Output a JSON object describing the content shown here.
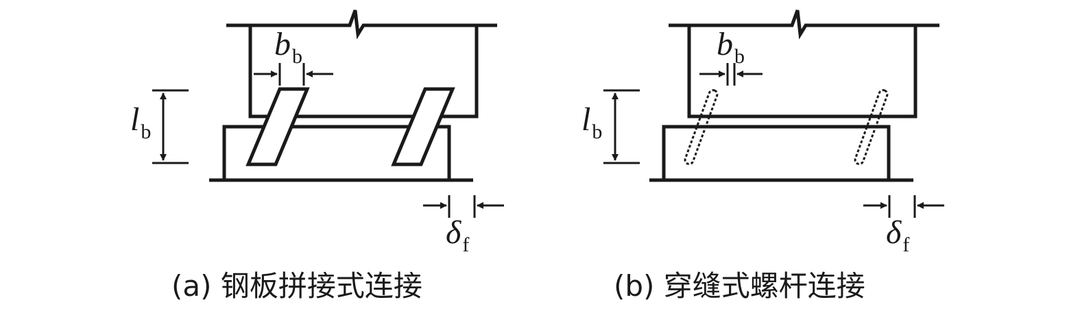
{
  "panels": {
    "a": {
      "caption": "(a) 钢板拼接式连接",
      "labels": {
        "b_main": "b",
        "b_sub": "b",
        "l_main": "l",
        "l_sub": "b",
        "d_main": "δ",
        "d_sub": "f"
      }
    },
    "b": {
      "caption": "(b) 穿缝式螺杆连接",
      "labels": {
        "b_main": "b",
        "b_sub": "b",
        "l_main": "l",
        "l_sub": "b",
        "d_main": "δ",
        "d_sub": "f"
      }
    }
  },
  "colors": {
    "stroke": "#1a1a1a",
    "background": "#ffffff"
  }
}
